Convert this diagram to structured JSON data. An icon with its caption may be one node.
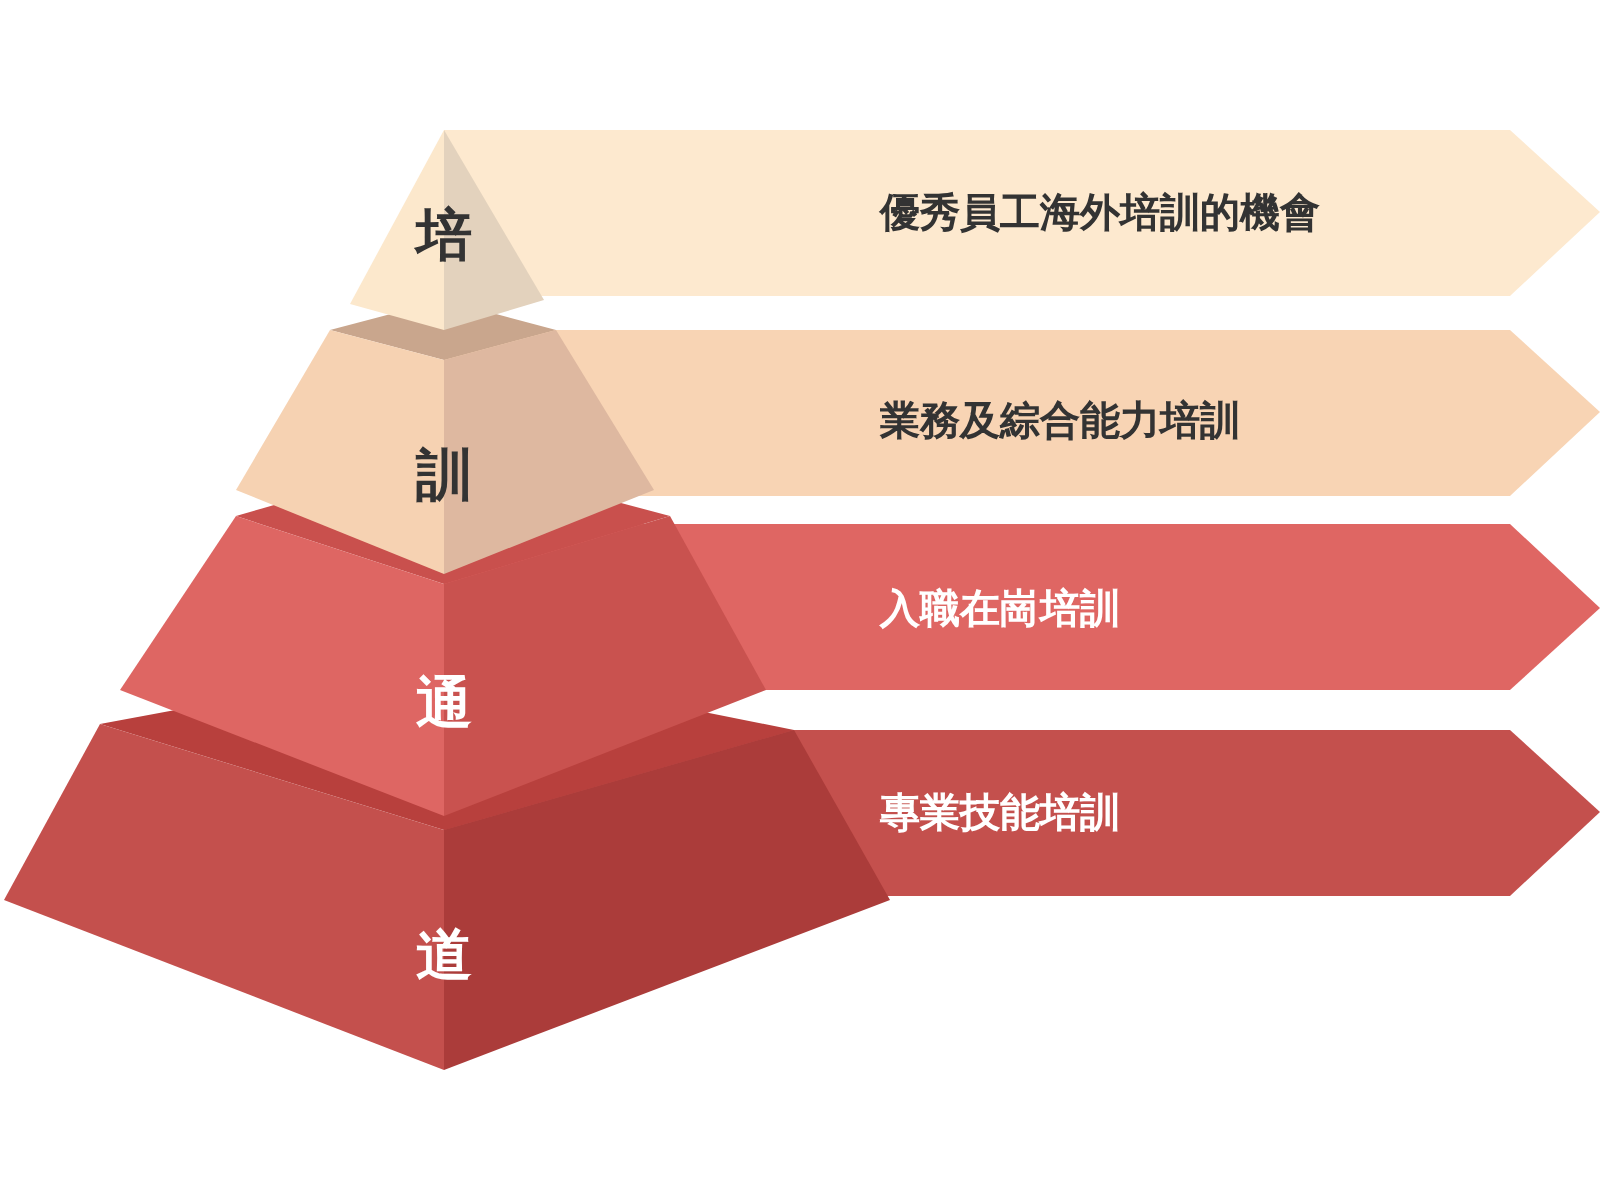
{
  "diagram": {
    "nodes": [
      {
        "text": [
          "培"
        ]
      },
      {
        "text": [
          "優秀員工海外培訓的機會"
        ]
      },
      {
        "text": [
          "訓"
        ]
      },
      {
        "text": [
          "業務及綜合能力培訓"
        ]
      },
      {
        "text": [
          "通"
        ]
      },
      {
        "text": [
          "入職在崗培訓"
        ]
      },
      {
        "text": [
          "道"
        ]
      },
      {
        "text": [
          "專業技能培訓"
        ]
      }
    ]
  }
}
